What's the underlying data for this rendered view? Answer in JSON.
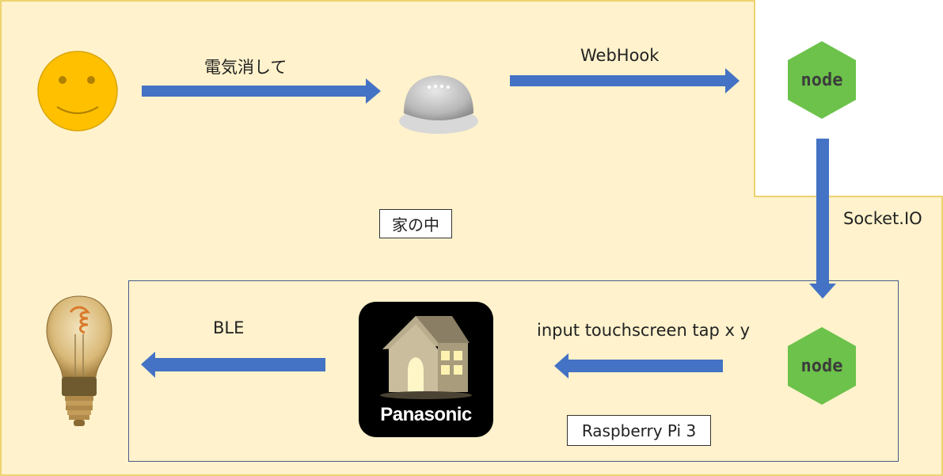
{
  "labels": {
    "turn_off_command": "電気消して",
    "webhook": "WebHook",
    "socketio": "Socket.IO",
    "in_home": "家の中",
    "ble": "BLE",
    "touch_command": "input touchscreen tap x y",
    "raspberry_pi": "Raspberry Pi 3",
    "panasonic": "Panasonic"
  },
  "icons": {
    "user": "smiley-face-icon",
    "speaker": "google-home-mini-icon",
    "server": "nodejs-icon",
    "pi_node": "nodejs-icon",
    "app": "panasonic-home-app-icon",
    "light": "light-bulb-icon"
  },
  "colors": {
    "home_fill": "#fff2cc",
    "home_border": "#e8c64a",
    "arrow": "#4472c4",
    "node_green": "#6cc24a",
    "smiley": "#ffc000"
  }
}
